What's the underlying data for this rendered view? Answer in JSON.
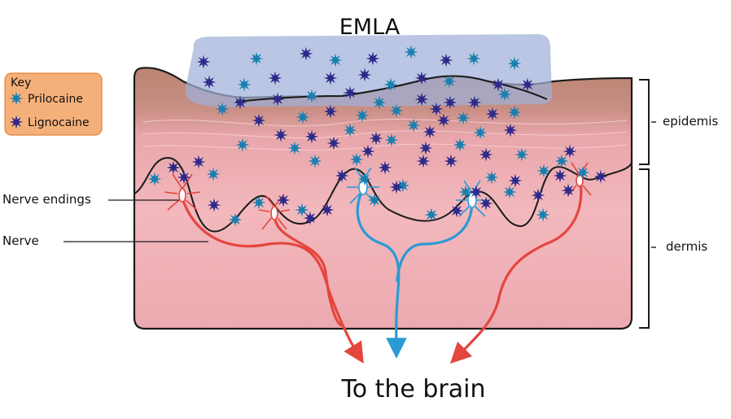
{
  "title": "EMLA",
  "key": {
    "heading": "Key",
    "items": [
      {
        "label": "Prilocaine",
        "color": "#1a7fb0"
      },
      {
        "label": "Lignocaine",
        "color": "#2e2a8a"
      }
    ],
    "box_color": "#f5b07a"
  },
  "labels": {
    "nerve_endings": "Nerve endings",
    "nerve": "Nerve",
    "epidermis": "epidemis",
    "dermis": "dermis",
    "footer": "To the brain"
  },
  "colors": {
    "cream": "#9fb0d8",
    "dermis": "#f2b6bd",
    "epidermis_top": "#b88570",
    "nerve_pain": "#e4463e",
    "nerve_blocked": "#2a9ad6"
  }
}
